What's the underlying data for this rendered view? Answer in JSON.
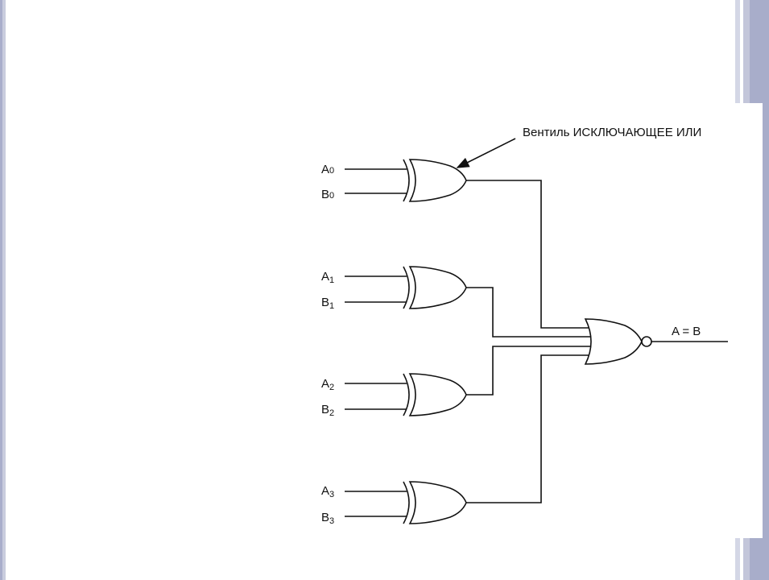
{
  "callout": {
    "text": "Вентиль ИСКЛЮЧАЮЩЕЕ ИЛИ"
  },
  "output": {
    "text": "A = B"
  },
  "inputs": [
    {
      "a": "A",
      "a_sub": "0",
      "b": "B",
      "b_sub": "0"
    },
    {
      "a": "A",
      "a_sub": "1",
      "b": "B",
      "b_sub": "1"
    },
    {
      "a": "A",
      "a_sub": "2",
      "b": "B",
      "b_sub": "2"
    },
    {
      "a": "A",
      "a_sub": "3",
      "b": "B",
      "b_sub": "3"
    }
  ]
}
